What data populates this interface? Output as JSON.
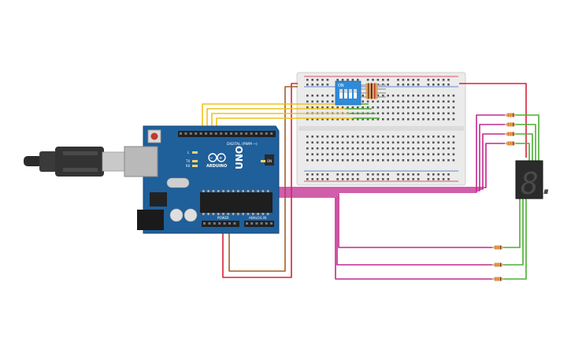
{
  "arduino": {
    "brand": "ARDUINO",
    "model": "UNO",
    "digital_label": "DIGITAL (PWM ~)",
    "power_label": "POWER",
    "analog_label": "ANALOG IN",
    "tx_label": "TX",
    "rx_label": "RX",
    "l_label": "L",
    "on_label": "ON"
  },
  "dip_switch": {
    "label": "ON"
  },
  "seven_segment": {
    "digit": "8."
  },
  "colors": {
    "board": "#1f5f9a",
    "breadboard": "#e9e9e9",
    "wire_yellow": "#f1c21b",
    "wire_green": "#4caf33",
    "wire_magenta": "#c2288e",
    "wire_red": "#d9213a",
    "wire_brown": "#a0612a",
    "dip_blue": "#2f8bd8",
    "segment_display": "#2b2b2b"
  }
}
